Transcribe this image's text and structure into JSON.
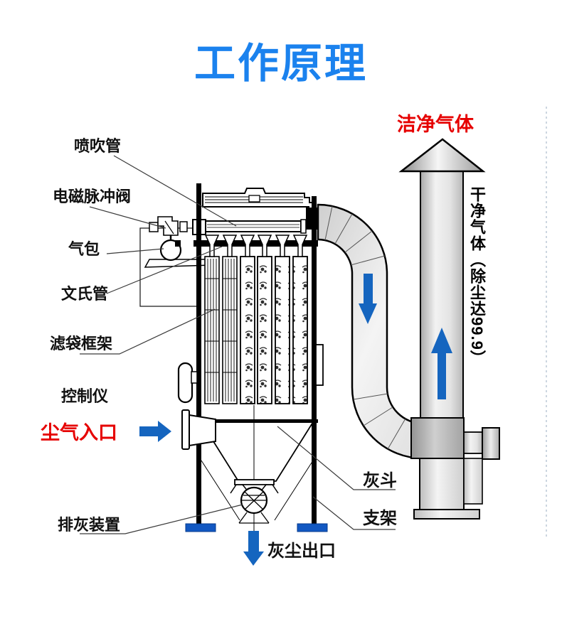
{
  "title": "工作原理",
  "colors": {
    "title_blue": "#1b82ee",
    "label_red": "#e60000",
    "arrow_blue": "#1565bf",
    "foot_blue": "#1258c2"
  },
  "labels": {
    "blow_pipe": "喷吹管",
    "pulse_valve": "电磁脉冲阀",
    "air_bag": "气包",
    "venturi_tube": "文氏管",
    "filter_bag_cage": "滤袋框架",
    "controller": "控制仪",
    "dusty_gas_inlet": "尘气入口",
    "ash_discharge": "排灰装置",
    "dust_outlet": "灰尘出口",
    "ash_hopper": "灰斗",
    "support_frame": "支架",
    "clean_gas": "洁净气体",
    "clean_gas_vertical": "干净气体（除尘达99.9）"
  },
  "icons": {
    "inlet_arrow": "flow-arrow-right",
    "duct_arrow": "flow-arrow-down",
    "stack_arrow": "flow-arrow-up",
    "outlet_arrow": "flow-arrow-down"
  }
}
